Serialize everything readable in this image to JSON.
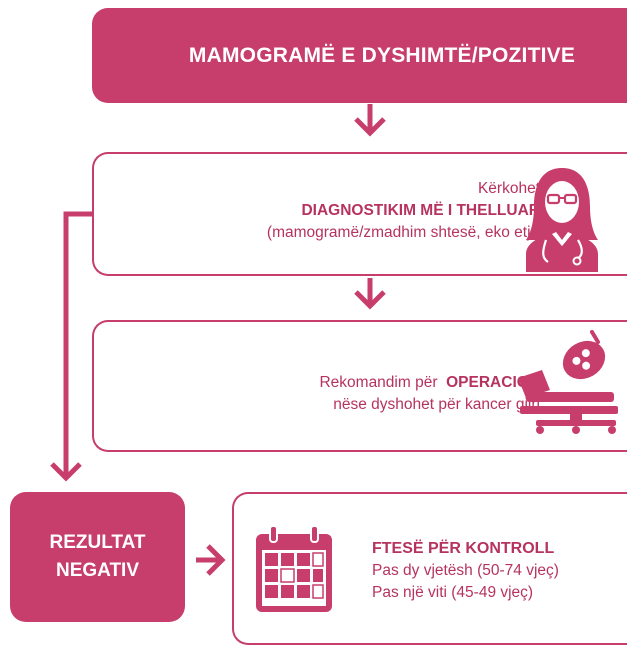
{
  "header": {
    "title": "MAMOGRAMË E DYSHIMTË/POZITIVE"
  },
  "diagnostic": {
    "line1": "Kërkohet",
    "line2": "DIAGNOSTIKIM MË I THELLUAR",
    "line3": "(mamogramë/zmadhim shtesë, eko etj.)",
    "icon": "doctor-icon"
  },
  "operation": {
    "line1_prefix": "Rekomandim për",
    "line1_bold": "OPERACION",
    "line2": "nëse dyshohet për kancer gjiri",
    "icon": "operating-table-icon"
  },
  "negative": {
    "line1": "REZULTAT",
    "line2": "NEGATIV"
  },
  "control": {
    "title": "FTESË PËR KONTROLL",
    "line1": "Pas dy vjetësh (50-74 vjeç)",
    "line2": "Pas një viti (45-49 vjeç)",
    "icon": "calendar-icon"
  },
  "colors": {
    "accent": "#c73d6c",
    "text": "#b6335f"
  }
}
